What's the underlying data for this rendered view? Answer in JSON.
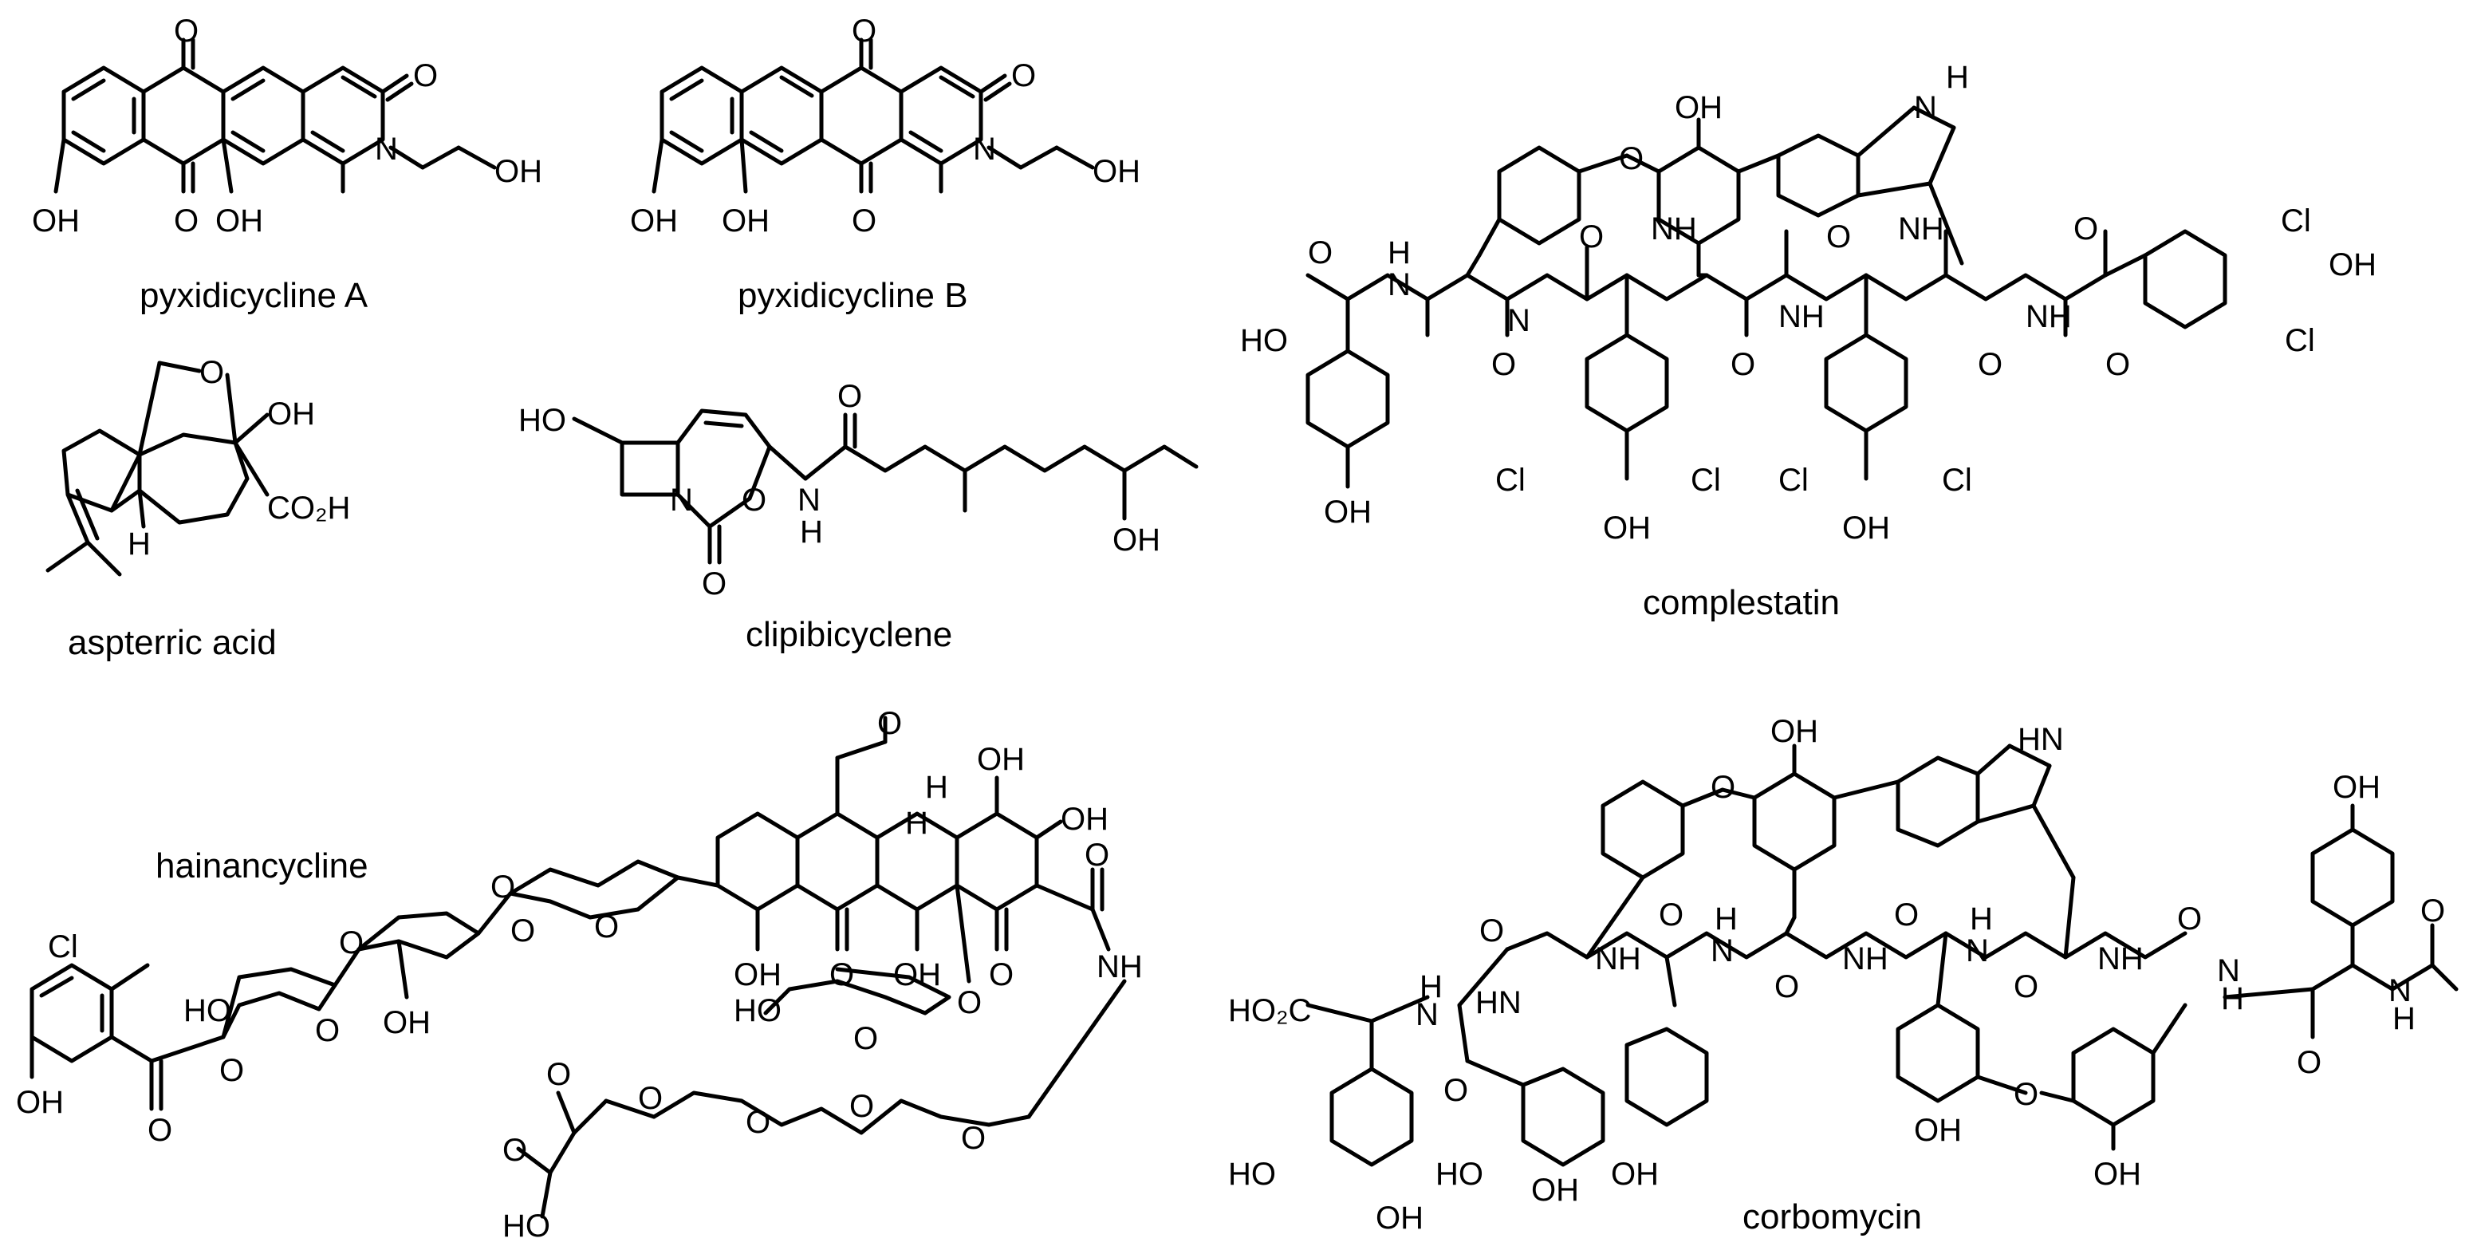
{
  "figure": {
    "captions": {
      "pyxidicycline_a": "pyxidicycline A",
      "pyxidicycline_b": "pyxidicycline B",
      "complestatin": "complestatin",
      "aspterric_acid": "aspterric acid",
      "clipibicyclene": "clipibicyclene",
      "hainancycline": "hainancycline",
      "corbomycin": "corbomycin"
    },
    "atom_labels": {
      "O": "O",
      "OH": "OH",
      "HO": "HO",
      "N": "N",
      "H": "H",
      "NH": "NH",
      "HN": "HN",
      "Cl": "Cl",
      "HO2C": "HO₂C",
      "CO2H": "CO₂H"
    },
    "colors": {
      "ink": "#000000",
      "background": "#ffffff"
    }
  }
}
